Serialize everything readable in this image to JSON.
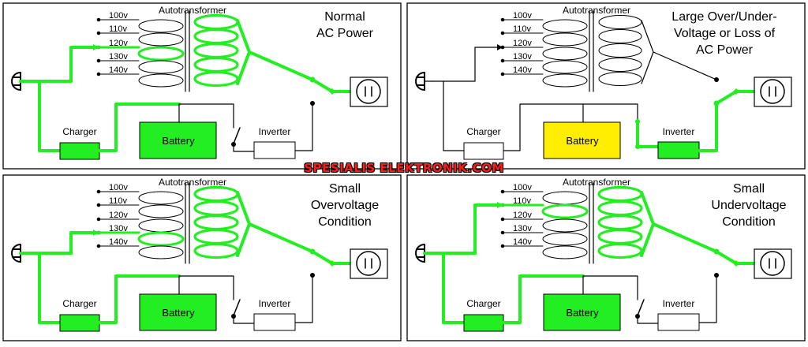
{
  "colors": {
    "active": "#22ee22",
    "inactive": "#000000",
    "battery_yellow": "#ffee00",
    "battery_green": "#22ee22",
    "watermark": "#ff1a1a"
  },
  "taps": [
    "100v",
    "110v",
    "120v",
    "130v",
    "140v"
  ],
  "autotransformer_label": "Autotransformer",
  "charger_label": "Charger",
  "battery_label": "Battery",
  "inverter_label": "Inverter",
  "outlet_icon": "outlet-icon",
  "plug_icon": "plug-icon",
  "watermark": "SPESIALIS ELEKTRONIK.COM",
  "panels": [
    {
      "title": [
        "Normal",
        "AC Power"
      ],
      "mode": "normal",
      "tap": "120v",
      "battery_color": "#22ee22"
    },
    {
      "title": [
        "Large Over/Under-",
        "Voltage or Loss of",
        "AC Power"
      ],
      "mode": "inverter",
      "tap": "120v",
      "battery_color": "#ffee00"
    },
    {
      "title": [
        "Small",
        "Overvoltage",
        "Condition"
      ],
      "mode": "normal",
      "tap": "130v",
      "battery_color": "#22ee22"
    },
    {
      "title": [
        "Small",
        "Undervoltage",
        "Condition"
      ],
      "mode": "normal",
      "tap": "110v",
      "battery_color": "#22ee22"
    }
  ]
}
